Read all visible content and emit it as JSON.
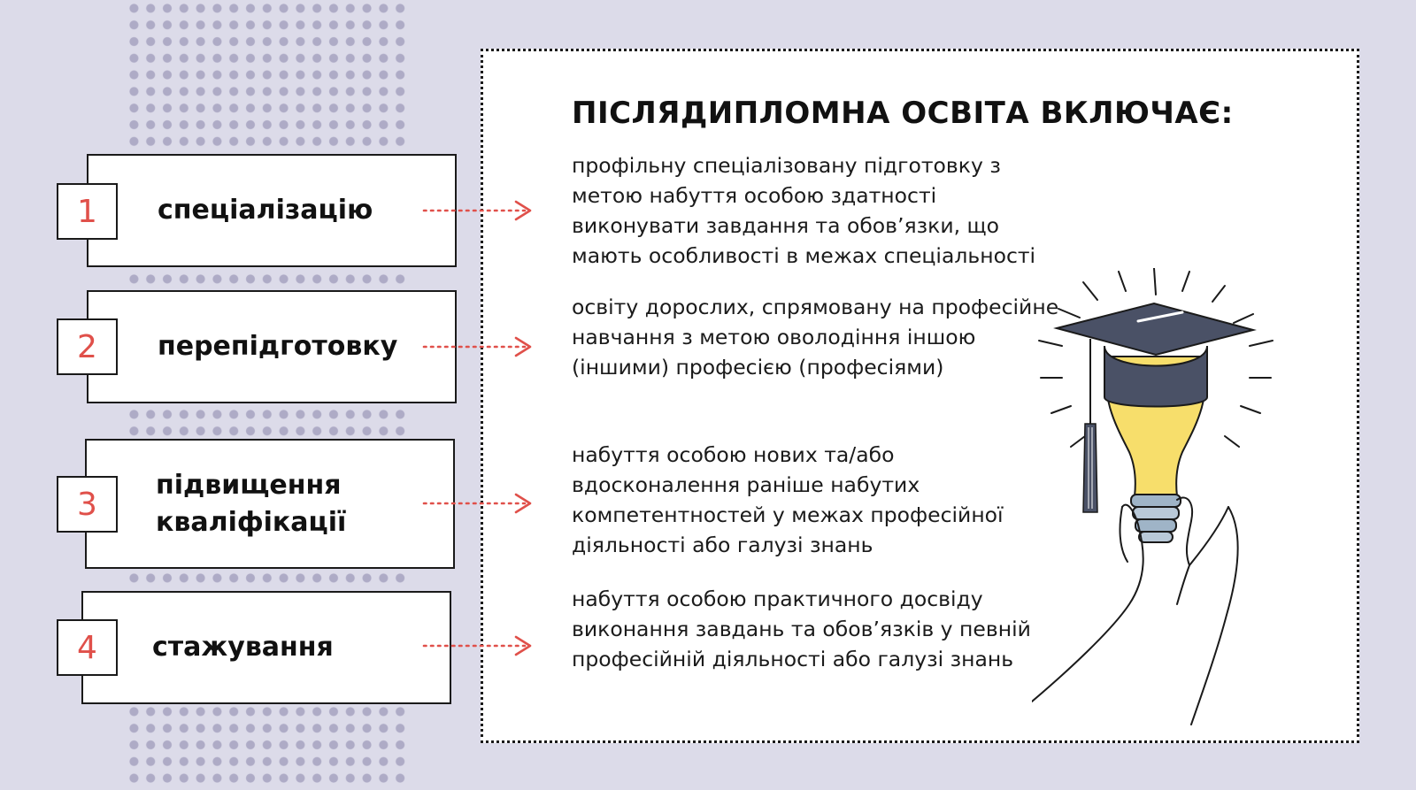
{
  "title": "ПІСЛЯДИПЛОМНА ОСВІТА ВКЛЮЧАЄ:",
  "items": [
    {
      "number": "1",
      "label": "спеціалізацію",
      "description": "профільну спеціалізовану підготовку з метою набуття особою здатності виконувати завдання та обов’язки, що мають особливості в межах спеціальності"
    },
    {
      "number": "2",
      "label": "перепідготовку",
      "description": "освіту дорослих, спрямовану на професійне навчання з метою оволодіння іншою (іншими) професією (професіями)"
    },
    {
      "number": "3",
      "label": "підвищення кваліфікації",
      "description": "набуття особою нових та/або вдосконалення раніше набутих компетентностей у межах професійної діяльності або галузі знань"
    },
    {
      "number": "4",
      "label": "стажування",
      "description": "набуття особою практичного досвіду виконання завдань та обов’язків у певній професійній діяльності або галузі знань"
    }
  ],
  "colors": {
    "background": "#dcdbe9",
    "dots": "#aeabc6",
    "accent": "#e0504a",
    "bulb": "#f7de6b",
    "cap": "#4a5166"
  },
  "icons": [
    "graduation-cap-icon",
    "light-bulb-icon",
    "hand-icon"
  ]
}
